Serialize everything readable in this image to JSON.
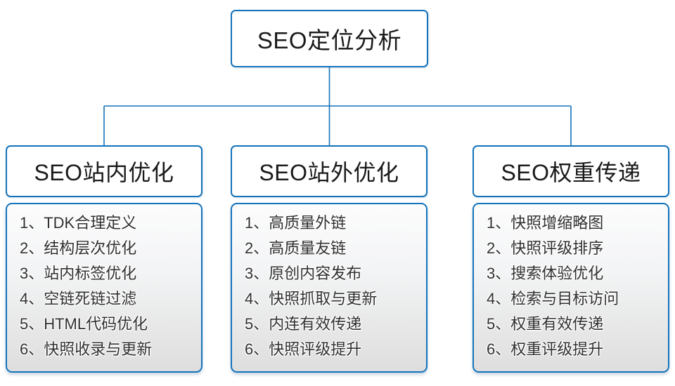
{
  "colors": {
    "accent": "#1473bb",
    "heading_text": "#1a1a1a",
    "list_text": "#303030"
  },
  "root": {
    "label": "SEO定位分析"
  },
  "branches": [
    {
      "title": "SEO站内优化",
      "items": [
        "1、TDK合理定义",
        "2、结构层次优化",
        "3、站内标签优化",
        "4、空链死链过滤",
        "5、HTML代码优化",
        "6、快照收录与更新"
      ]
    },
    {
      "title": "SEO站外优化",
      "items": [
        "1、高质量外链",
        "2、高质量友链",
        "3、原创内容发布",
        "4、快照抓取与更新",
        "5、内连有效传递",
        "6、快照评级提升"
      ]
    },
    {
      "title": "SEO权重传递",
      "items": [
        "1、快照增缩略图",
        "2、快照评级排序",
        "3、搜索体验优化",
        "4、检索与目标访问",
        "5、权重有效传递",
        "6、权重评级提升"
      ]
    }
  ]
}
